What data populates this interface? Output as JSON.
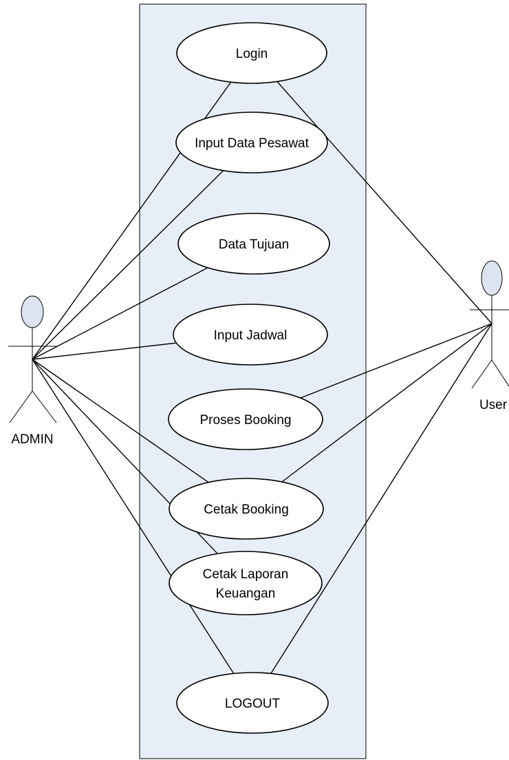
{
  "diagram": {
    "type": "use-case",
    "actors": {
      "admin": {
        "label": "ADMIN"
      },
      "user": {
        "label": "User"
      }
    },
    "use_cases": [
      {
        "id": "login",
        "lines": [
          "Login"
        ]
      },
      {
        "id": "input-data-pesawat",
        "lines": [
          "Input Data Pesawat"
        ]
      },
      {
        "id": "data-tujuan",
        "lines": [
          "Data Tujuan"
        ]
      },
      {
        "id": "input-jadwal",
        "lines": [
          "Input Jadwal"
        ]
      },
      {
        "id": "proses-booking",
        "lines": [
          "Proses Booking"
        ]
      },
      {
        "id": "cetak-booking",
        "lines": [
          "Cetak Booking"
        ]
      },
      {
        "id": "cetak-laporan-keuangan",
        "lines": [
          "Cetak Laporan",
          "Keuangan"
        ]
      },
      {
        "id": "logout",
        "lines": [
          "LOGOUT"
        ]
      }
    ],
    "associations": [
      {
        "actor": "admin",
        "use_case": "login"
      },
      {
        "actor": "admin",
        "use_case": "input-data-pesawat"
      },
      {
        "actor": "admin",
        "use_case": "data-tujuan"
      },
      {
        "actor": "admin",
        "use_case": "input-jadwal"
      },
      {
        "actor": "admin",
        "use_case": "cetak-booking"
      },
      {
        "actor": "admin",
        "use_case": "cetak-laporan-keuangan"
      },
      {
        "actor": "admin",
        "use_case": "logout"
      },
      {
        "actor": "user",
        "use_case": "login"
      },
      {
        "actor": "user",
        "use_case": "proses-booking"
      },
      {
        "actor": "user",
        "use_case": "cetak-booking"
      },
      {
        "actor": "user",
        "use_case": "logout"
      }
    ],
    "colors": {
      "system_boundary_fill": "#e8eef8",
      "actor_head_fill": "#dde4f0",
      "line": "#000000",
      "use_case_fill": "#ffffff"
    }
  }
}
